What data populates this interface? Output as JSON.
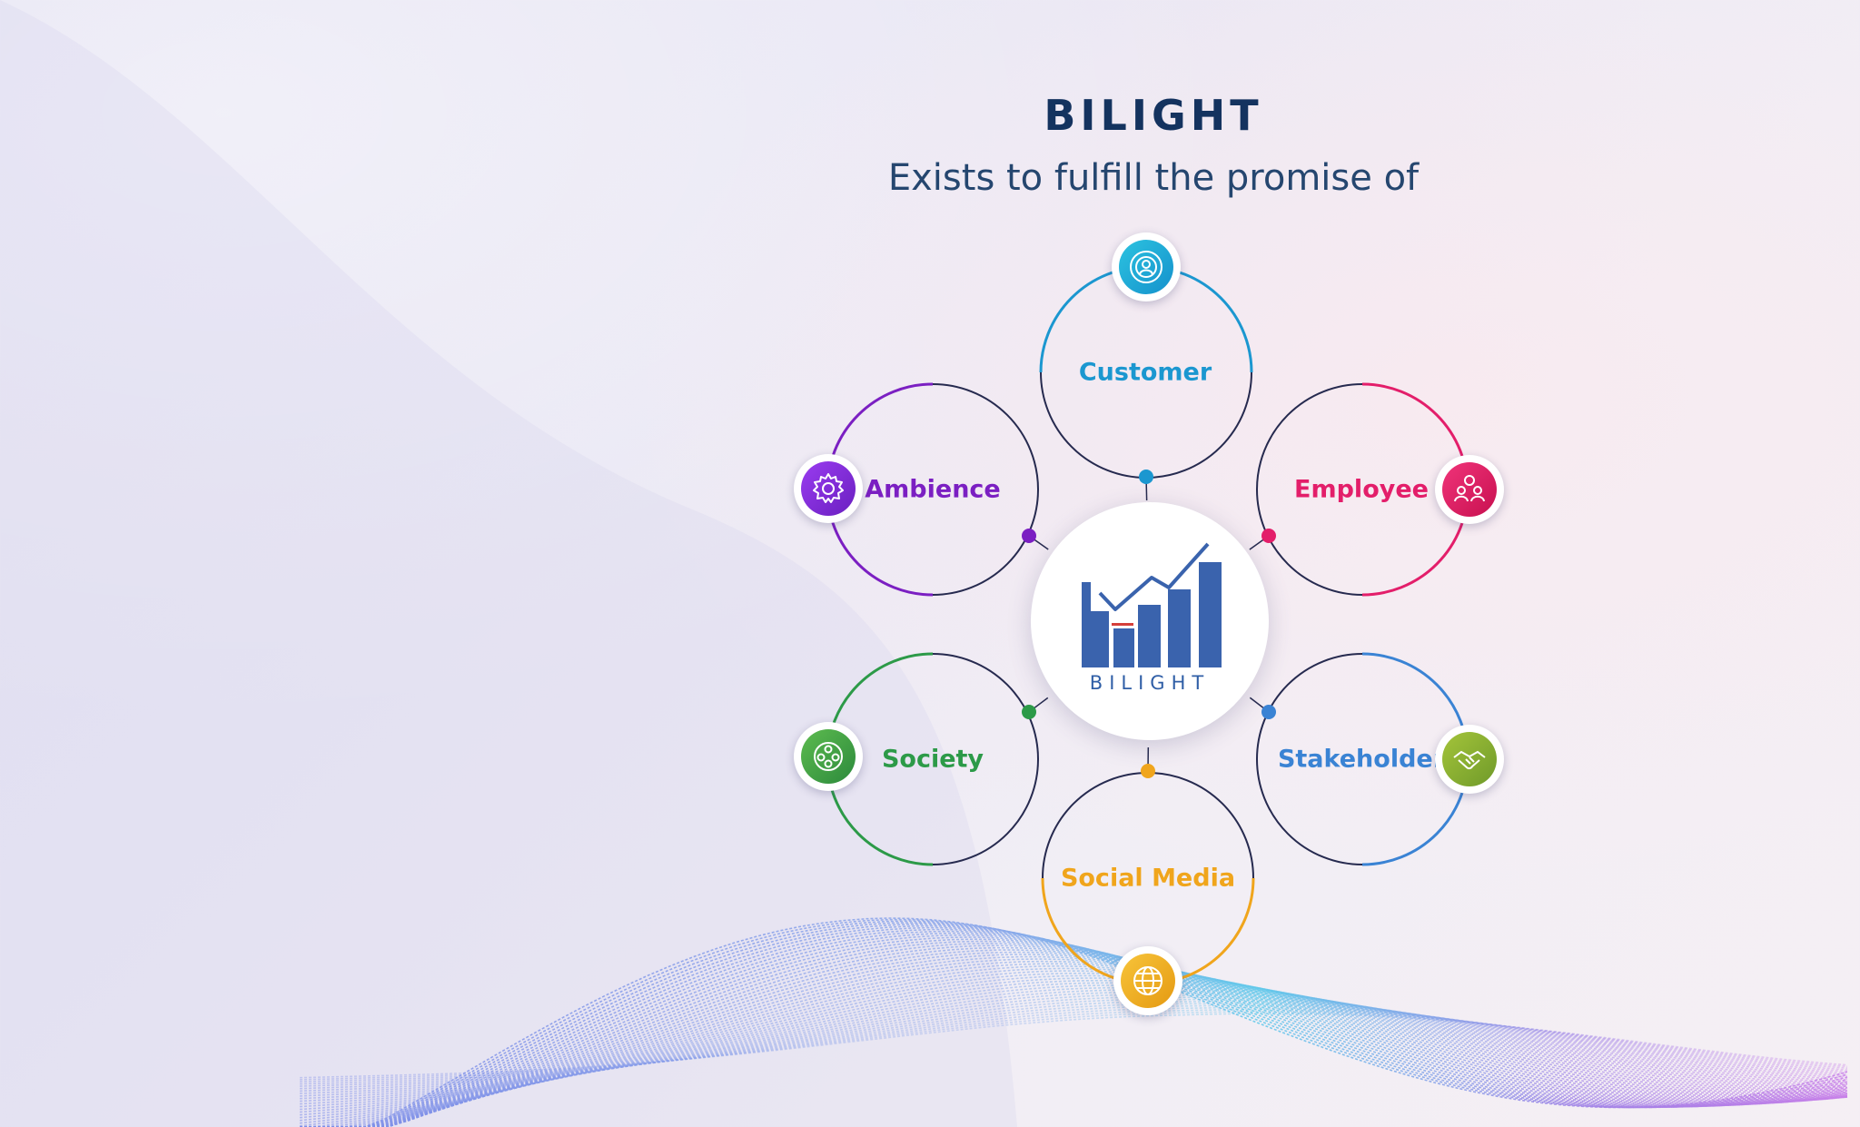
{
  "header": {
    "title": "BILIGHT",
    "subtitle": "Exists to fulfill the promise of"
  },
  "center_logo": {
    "text": "BILIGHT"
  },
  "segments": [
    {
      "label": "Customer",
      "color": "#1b97d0",
      "icon": "customer-focus-icon"
    },
    {
      "label": "Employee",
      "color": "#e31e6a",
      "icon": "team-icon"
    },
    {
      "label": "Stakeholder",
      "color": "#3a83d4",
      "icon": "handshake-icon"
    },
    {
      "label": "Social Media",
      "color": "#f0a51c",
      "icon": "globe-icon"
    },
    {
      "label": "Society",
      "color": "#2c9a48",
      "icon": "community-icon"
    },
    {
      "label": "Ambience",
      "color": "#7b1fc2",
      "icon": "gear-icon"
    }
  ],
  "colors": {
    "title": "#14335f",
    "logo_bars": "#3a63ad",
    "logo_accent": "#d43f3a"
  }
}
